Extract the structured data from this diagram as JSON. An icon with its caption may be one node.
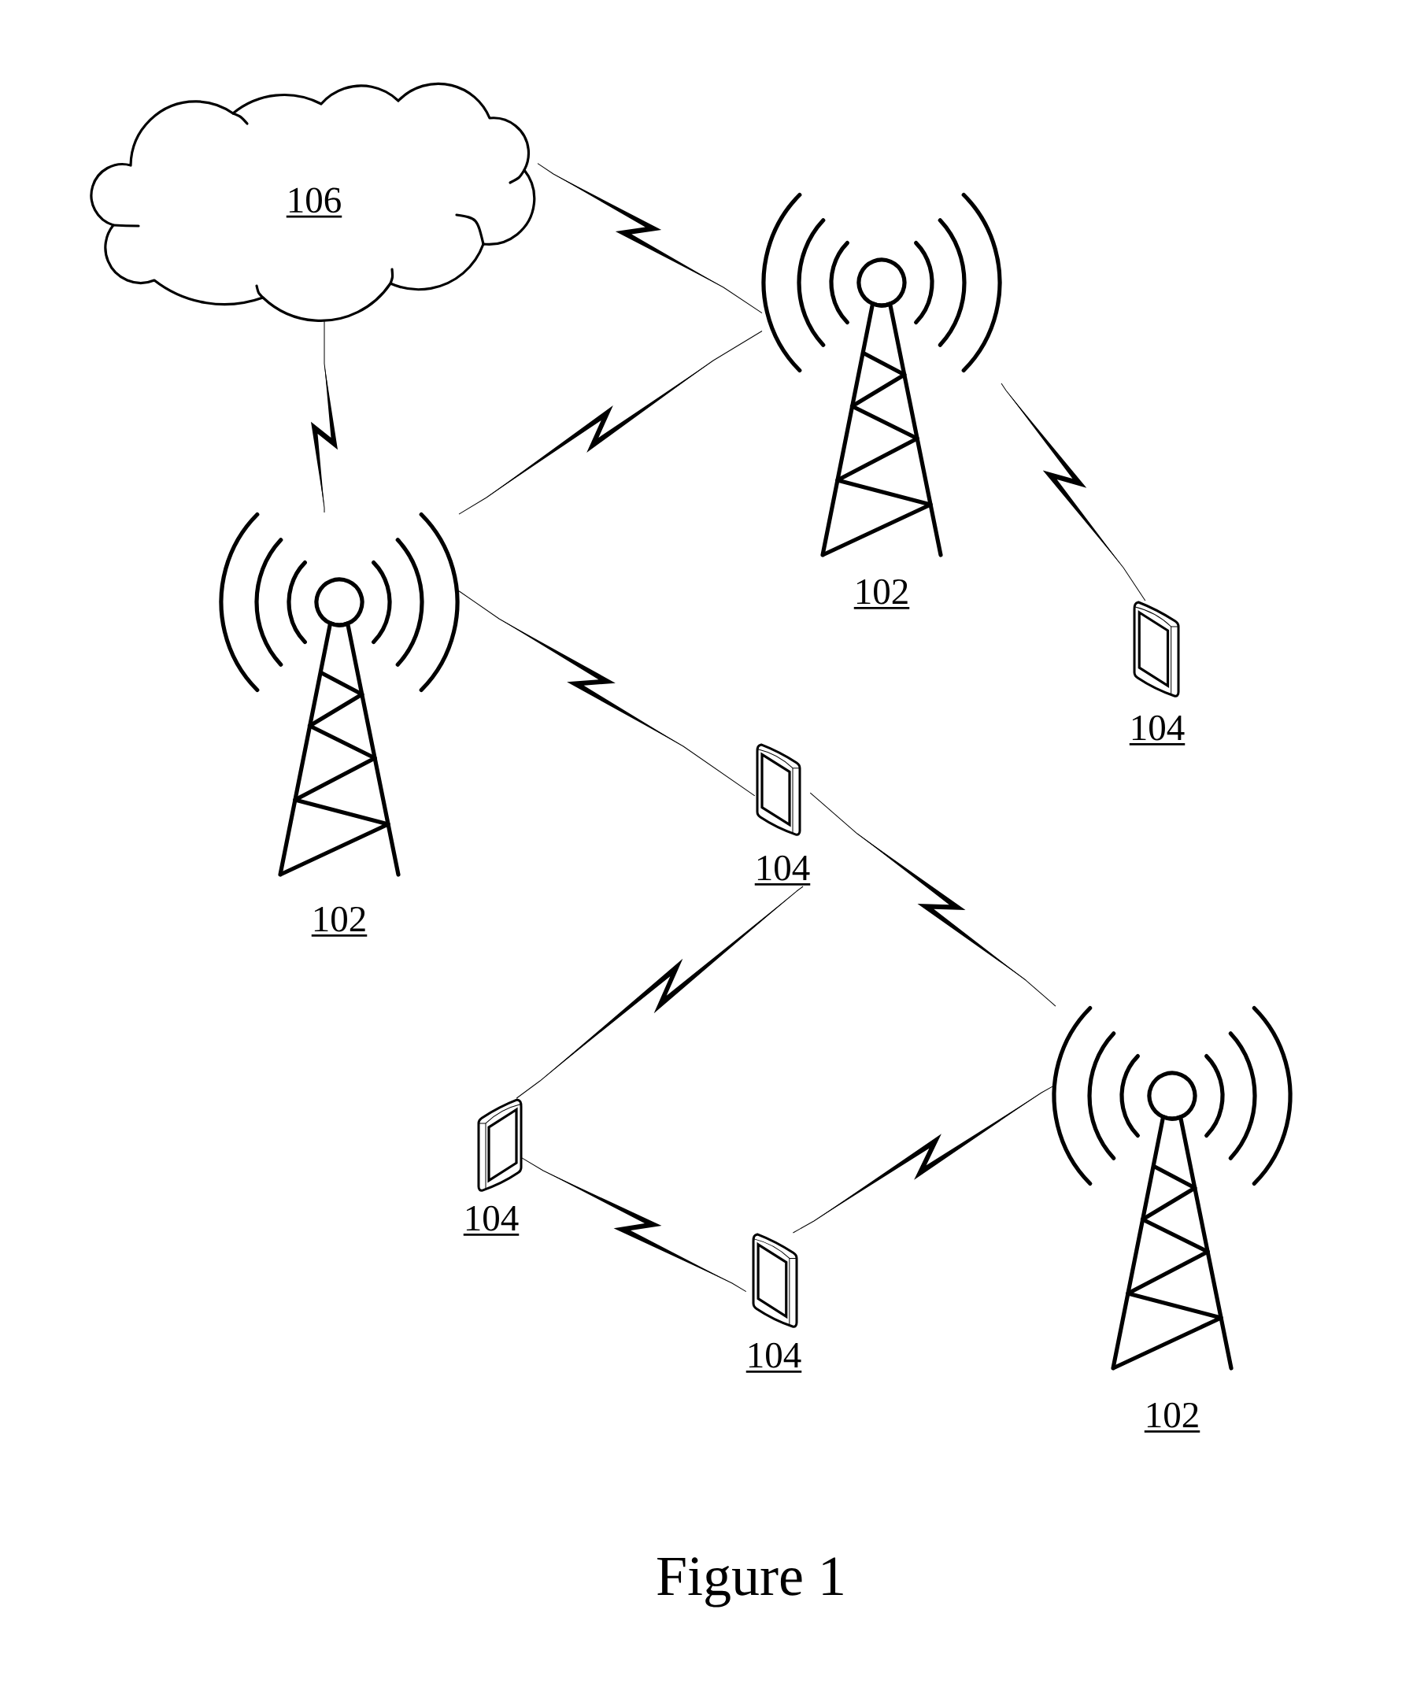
{
  "diagram": {
    "caption": "Figure 1",
    "nodes": [
      {
        "text": [
          "106"
        ]
      },
      {
        "text": [
          "102"
        ]
      },
      {
        "text": [
          "102"
        ]
      },
      {
        "text": [
          "104"
        ]
      },
      {
        "text": [
          "104"
        ]
      },
      {
        "text": [
          "102"
        ]
      },
      {
        "text": [
          "104"
        ]
      },
      {
        "text": [
          "104"
        ]
      }
    ],
    "edges": [
      {
        "from": 0,
        "to": 1,
        "arrow": "none"
      },
      {
        "from": 0,
        "to": 2,
        "arrow": "none"
      },
      {
        "from": 1,
        "to": 2,
        "arrow": "none"
      },
      {
        "from": 1,
        "to": 3,
        "arrow": "none"
      },
      {
        "from": 2,
        "to": 4,
        "arrow": "none"
      },
      {
        "from": 4,
        "to": 5,
        "arrow": "none"
      },
      {
        "from": 4,
        "to": 6,
        "arrow": "none"
      },
      {
        "from": 6,
        "to": 7,
        "arrow": "none"
      },
      {
        "from": 7,
        "to": 5,
        "arrow": "none"
      }
    ]
  }
}
